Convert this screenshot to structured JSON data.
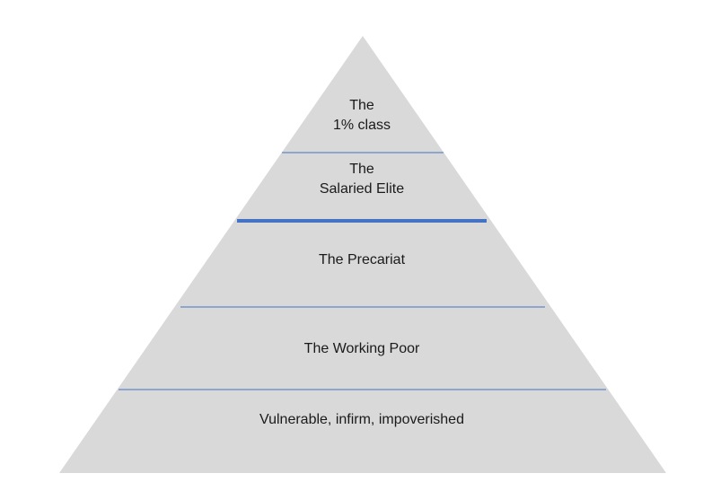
{
  "pyramid": {
    "fill_color": "#d9d9d9",
    "divider_color": "#4472c4",
    "tiers": [
      {
        "lines": [
          "The",
          "1% class"
        ]
      },
      {
        "lines": [
          "The",
          "Salaried Elite"
        ]
      },
      {
        "lines": [
          "The Precariat"
        ]
      },
      {
        "lines": [
          "The Working Poor"
        ]
      },
      {
        "lines": [
          "Vulnerable, infirm, impoverished"
        ]
      }
    ]
  }
}
